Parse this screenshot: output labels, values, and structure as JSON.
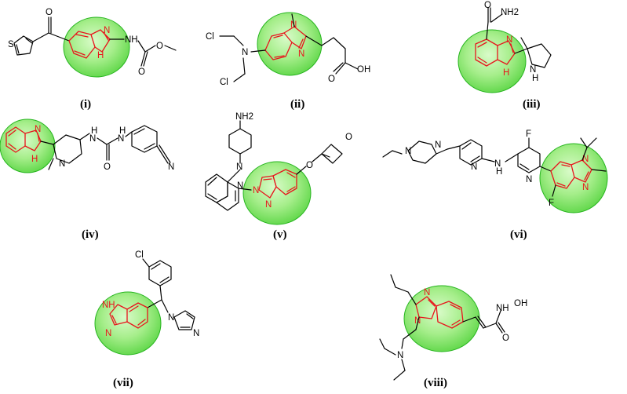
{
  "colors": {
    "highlight_fill": "#8fe87a",
    "highlight_edge": "#27b51f",
    "core_bonds": "#e8141c",
    "bonds": "#000000"
  },
  "compounds": [
    {
      "id": "i",
      "label": "(i)",
      "atoms": [
        "O",
        "S",
        "N",
        "H",
        "NH",
        "O",
        "O"
      ]
    },
    {
      "id": "ii",
      "label": "(ii)",
      "atoms": [
        "N",
        "N",
        "N",
        "Cl",
        "Cl",
        "O",
        "OH"
      ]
    },
    {
      "id": "iii",
      "label": "(iii)",
      "atoms": [
        "O",
        "NH2",
        "N",
        "H",
        "N",
        "H"
      ]
    },
    {
      "id": "iv",
      "label": "(iv)",
      "atoms": [
        "N",
        "H",
        "N",
        "N",
        "H",
        "N",
        "H",
        "O",
        "N"
      ]
    },
    {
      "id": "v",
      "label": "(v)",
      "atoms": [
        "NH2",
        "N",
        "N",
        "N",
        "N",
        "O",
        "O"
      ]
    },
    {
      "id": "vi",
      "label": "(vi)",
      "atoms": [
        "N",
        "N",
        "N",
        "N",
        "H",
        "N",
        "F",
        "F",
        "N",
        "N"
      ]
    },
    {
      "id": "vii",
      "label": "(vii)",
      "atoms": [
        "Cl",
        "NH",
        "N",
        "N",
        "N"
      ]
    },
    {
      "id": "viii",
      "label": "(viii)",
      "atoms": [
        "N",
        "N",
        "N",
        "NH",
        "OH",
        "O"
      ]
    }
  ]
}
